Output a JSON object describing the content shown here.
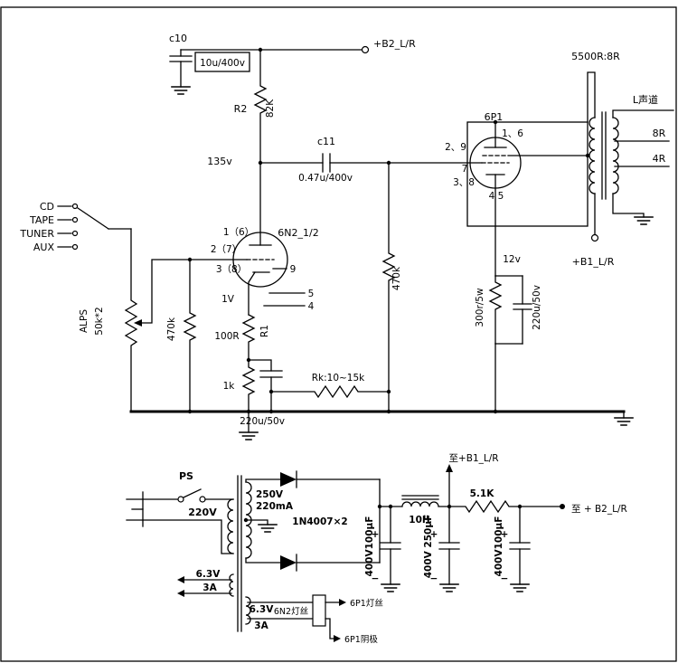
{
  "preamp": {
    "c10_label": "c10",
    "c10_value": "10u/400v",
    "b2_terminal": "+B2_L/R",
    "r2_label": "R2",
    "r2_value": "82K",
    "plate_voltage": "135v",
    "c11_label": "c11",
    "c11_value": "0.47u/400v",
    "inputs": {
      "cd": "CD",
      "tape": "TAPE",
      "tuner": "TUNER",
      "aux": "AUX"
    },
    "pot_name": "ALPS",
    "pot_value": "50k*2",
    "grid_resistor": "470k",
    "tube_name": "6N2_1/2",
    "pin1": "1（6）",
    "pin2": "2（7）",
    "pin3": "3（8）",
    "pin9": "9",
    "pin5": "5",
    "pin4": "4",
    "cathode_voltage": "1V",
    "r1_label": "R1",
    "r1_value": "100R",
    "r_cathode": "1k",
    "c_cathode": "220u/50v",
    "feedback_resistor": "Rk:10~15k"
  },
  "output_stage": {
    "grid_resistor": "470k",
    "tube_name": "6P1",
    "pin16": "1、6",
    "pin29": "2、9",
    "pin7": "7",
    "pin38": "3、8",
    "pin45": "4 5",
    "opt_ratio": "5500R:8R",
    "channel_label": "L声道",
    "tap_8ohm": "8R",
    "tap_4ohm": "4R",
    "b1_terminal": "+B1_L/R",
    "cathode_voltage": "12v",
    "cathode_resistor": "300r/5w",
    "cathode_cap": "220u/50v"
  },
  "psu": {
    "switch_label": "PS",
    "mains_voltage": "220V",
    "hv_voltage": "250V",
    "hv_current": "220mA",
    "diodes": "1N4007×2",
    "choke": "10H",
    "to_b1": "至+B1_L/R",
    "filter_resistor": "5.1K",
    "to_b2": "至 + B2_L/R",
    "cap1": "400V100μF",
    "cap2": "400V 250μF",
    "cap3": "400V100μF",
    "plus": "+",
    "minus": "−",
    "heater1_voltage": "6.3V",
    "heater1_current": "3A",
    "heater2_voltage": "6.3V",
    "heater2_current": "3A",
    "filament_6n2": "6N2灯丝",
    "filament_6p1": "6P1灯丝",
    "cathode_6p1": "6P1阴极"
  }
}
